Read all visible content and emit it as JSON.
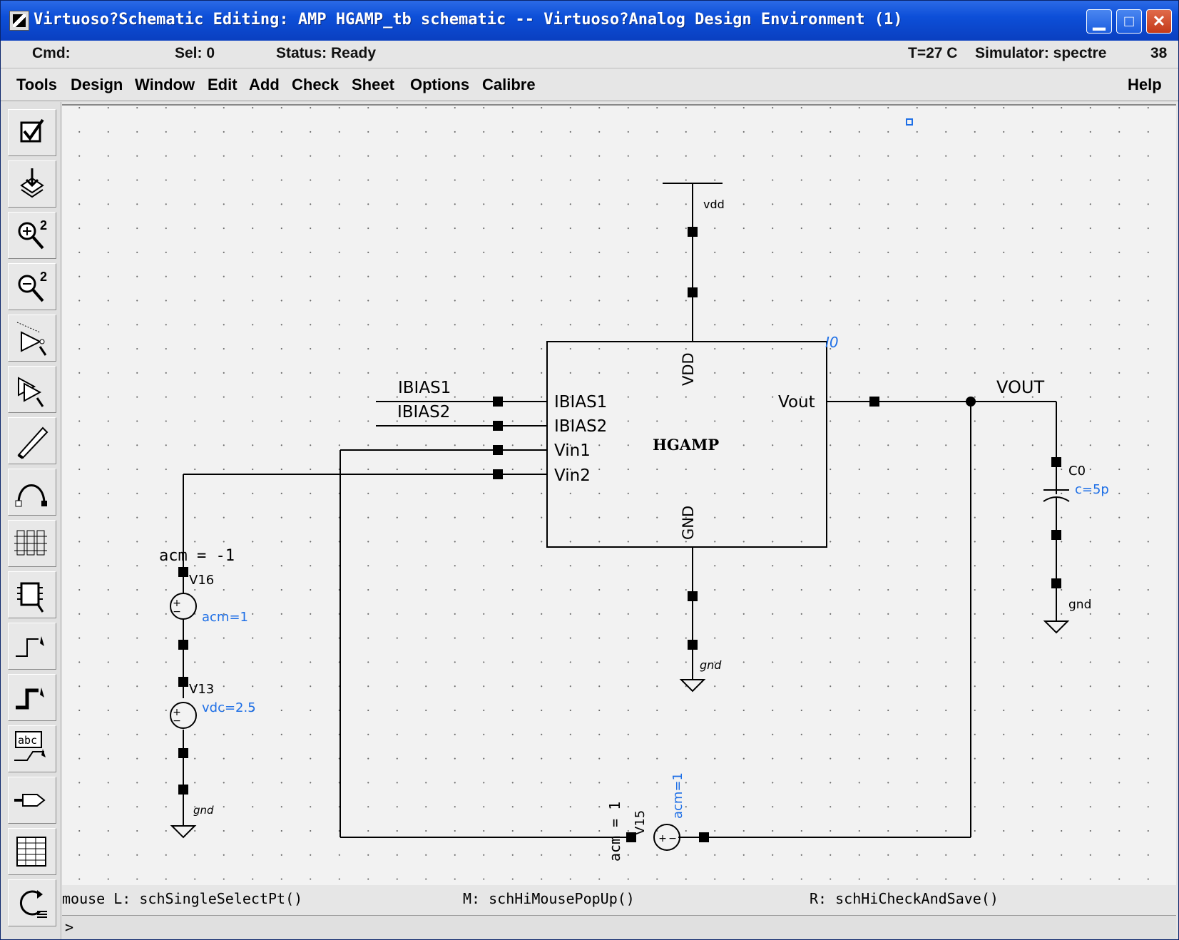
{
  "window": {
    "title": "Virtuoso?Schematic Editing: AMP HGAMP_tb schematic -- Virtuoso?Analog Design Environment (1)",
    "minimize_glyph": "▁",
    "maximize_glyph": "□",
    "close_glyph": "✕"
  },
  "status": {
    "cmd": "Cmd:",
    "sel": "Sel: 0",
    "status": "Status: Ready",
    "temp": "T=27  C",
    "simulator": "Simulator: spectre",
    "count": "38"
  },
  "menu": {
    "tools": "Tools",
    "design": "Design",
    "window": "Window",
    "edit": "Edit",
    "add": "Add",
    "check": "Check",
    "sheet": "Sheet",
    "options": "Options",
    "calibre": "Calibre",
    "help": "Help"
  },
  "toolbar_icons": [
    "check-and-save-icon",
    "descend-icon",
    "zoom-in-icon",
    "zoom-out-icon",
    "stretch-icon",
    "copy-icon",
    "wire-pencil-icon",
    "undo-icon",
    "instance-array-icon",
    "property-icon",
    "wire-narrow-icon",
    "wire-wide-icon",
    "label-abc-icon",
    "pin-icon",
    "delete-icon",
    "repeat-icon"
  ],
  "schematic": {
    "block": {
      "name": "HGAMP",
      "instance": "I0",
      "pin_vdd": "VDD",
      "pin_gnd": "GND",
      "pin_ibias1": "IBIAS1",
      "pin_ibias2": "IBIAS2",
      "pin_vin1": "Vin1",
      "pin_vin2": "Vin2",
      "pin_vout": "Vout"
    },
    "nets": {
      "ibias1": "IBIAS1",
      "ibias2": "IBIAS2",
      "vout": "VOUT",
      "vdd": "vdd",
      "gnd_top": "gnd",
      "gnd_left": "gnd",
      "gnd_right": "gnd"
    },
    "v16": {
      "name": "V16",
      "param": "acm=1",
      "annotation": "acm  =  -1"
    },
    "v13": {
      "name": "V13",
      "param": "vdc=2.5"
    },
    "v15": {
      "name": "V15",
      "param": "acm=1",
      "annotation": "acm  =  1"
    },
    "c0": {
      "name": "C0",
      "param": "c=5p"
    }
  },
  "bottom": {
    "mouse_l": "mouse L: schSingleSelectPt()",
    "mouse_m": "M: schHiMousePopUp()",
    "mouse_r": "R: schHiCheckAndSave()",
    "prompt": ">"
  },
  "colors": {
    "title_bg": "#0d4fd8",
    "param_blue": "#1e6fe6",
    "canvas_bg": "#f2f2f2"
  }
}
